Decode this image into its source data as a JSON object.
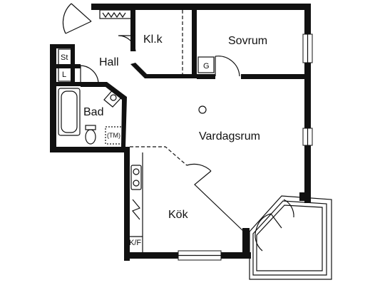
{
  "rooms": {
    "closet": "Kl.k",
    "bedroom": "Sovrum",
    "hall": "Hall",
    "bath": "Bad",
    "living": "Vardagsrum",
    "kitchen": "Kök"
  },
  "fixtures": {
    "storage": "St",
    "linen": "L",
    "bedroom_wardrobe": "G",
    "washing_machine": "(TM)",
    "fridge_freezer": "K/F"
  }
}
